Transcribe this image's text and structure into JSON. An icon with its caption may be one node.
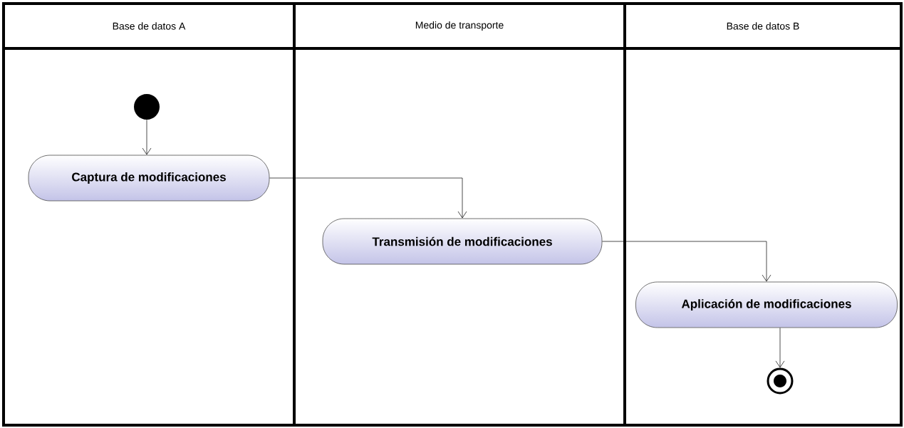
{
  "diagram": {
    "nodes": [
      {
        "text": [
          "Base de datos A"
        ]
      },
      {
        "text": [
          "Medio de transporte"
        ]
      },
      {
        "text": [
          "Base de datos B"
        ]
      },
      {
        "text": [],
        "shape": "circle",
        "in": 0
      },
      {
        "text": [
          "Captura de modificaciones"
        ],
        "in": 0
      },
      {
        "text": [
          "Transmisión de modificaciones"
        ],
        "in": 1
      },
      {
        "text": [
          "Aplicación de modificaciones"
        ],
        "in": 2
      },
      {
        "text": [],
        "shape": "bullseye",
        "in": 2
      }
    ],
    "edges": [
      {
        "from": 3,
        "to": 4,
        "arrow": "to"
      },
      {
        "from": 4,
        "to": 5,
        "arrow": "to"
      },
      {
        "from": 5,
        "to": 6,
        "arrow": "to"
      },
      {
        "from": 6,
        "to": 7,
        "arrow": "to"
      }
    ]
  }
}
